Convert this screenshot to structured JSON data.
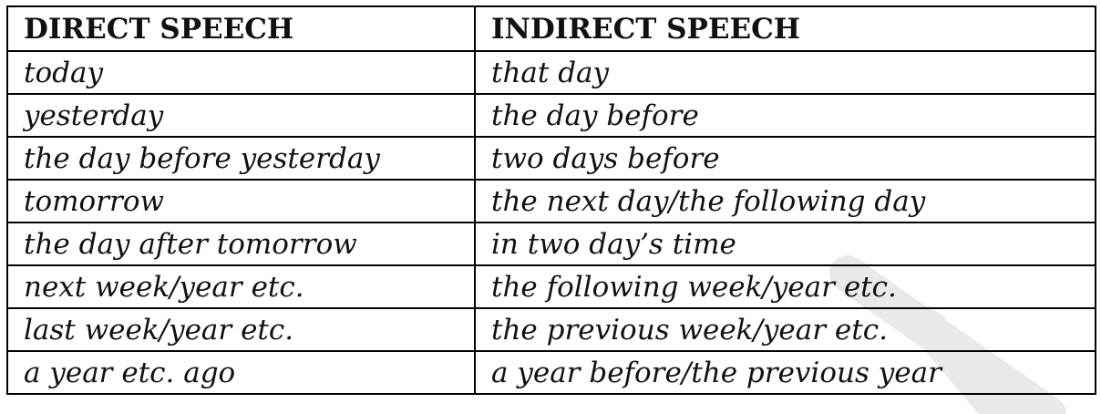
{
  "table": {
    "headers": [
      "DIRECT SPEECH",
      "INDIRECT SPEECH"
    ],
    "rows": [
      [
        "today",
        "that day"
      ],
      [
        "yesterday",
        "the day before"
      ],
      [
        "the day before yesterday",
        "two days before"
      ],
      [
        "tomorrow",
        "the next day/the following day"
      ],
      [
        "the day after tomorrow",
        "in two day’s time"
      ],
      [
        "next week/year etc.",
        "the following week/year etc."
      ],
      [
        "last week/year etc.",
        "the previous week/year etc."
      ],
      [
        "a year etc. ago",
        "a year before/the previous year"
      ]
    ]
  },
  "watermark": {
    "color": "#e9e9e9"
  }
}
